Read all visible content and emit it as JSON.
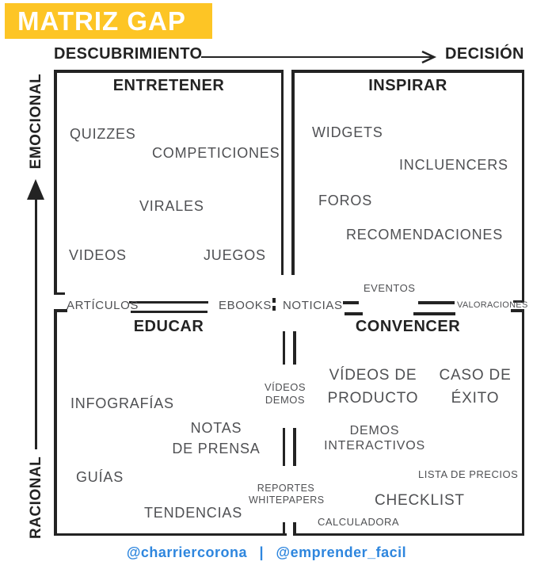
{
  "header": {
    "title": "MATRIZ GAP"
  },
  "axes": {
    "discovery": "DESCUBRIMIENTO",
    "decision": "DECISIÓN",
    "emotional": "EMOCIONAL",
    "rational": "RACIONAL"
  },
  "quadrants": {
    "entretener": {
      "title": "ENTRETENER",
      "items": {
        "quizzes": "QUIZZES",
        "competiciones": "COMPETICIONES",
        "virales": "VIRALES",
        "videos": "VIDEOS",
        "juegos": "JUEGOS"
      }
    },
    "inspirar": {
      "title": "INSPIRAR",
      "items": {
        "widgets": "WIDGETS",
        "incluencers": "INCLUENCERS",
        "foros": "FOROS",
        "recomendaciones": "RECOMENDACIONES"
      }
    },
    "educar": {
      "title": "EDUCAR",
      "items": {
        "infografias": "INFOGRAFÍAS",
        "notas_de_prensa": "NOTAS\nDE PRENSA",
        "guias": "GUÍAS",
        "tendencias": "TENDENCIAS"
      }
    },
    "convencer": {
      "title": "CONVENCER",
      "items": {
        "videos_de_producto": "VÍDEOS DE\nPRODUCTO",
        "caso_de_exito": "CASO DE\nÉXITO",
        "demos_interactivos": "DEMOS\nINTERACTIVOS",
        "lista_de_precios": "LISTA DE PRECIOS",
        "checklist": "CHECKLIST",
        "calculadora": "CALCULADORA"
      }
    }
  },
  "boundary": {
    "articulos": "ARTÍCULOS",
    "ebooks": "EBOOKS",
    "noticias": "NOTICIAS",
    "valoraciones": "VALORACIONES",
    "eventos": "EVENTOS"
  },
  "center": {
    "videos_demos": "VÍDEOS\nDEMOS",
    "reportes_whitepapers": "REPORTES\nWHITEPAPERS"
  },
  "footer": {
    "handle_left": "@charriercorona",
    "separator": "|",
    "handle_right": "@emprender_facil"
  },
  "colors": {
    "accent_yellow": "#FDC525",
    "ink": "#232323",
    "item_gray": "#4F5053",
    "footer_blue": "#2E86DE"
  }
}
